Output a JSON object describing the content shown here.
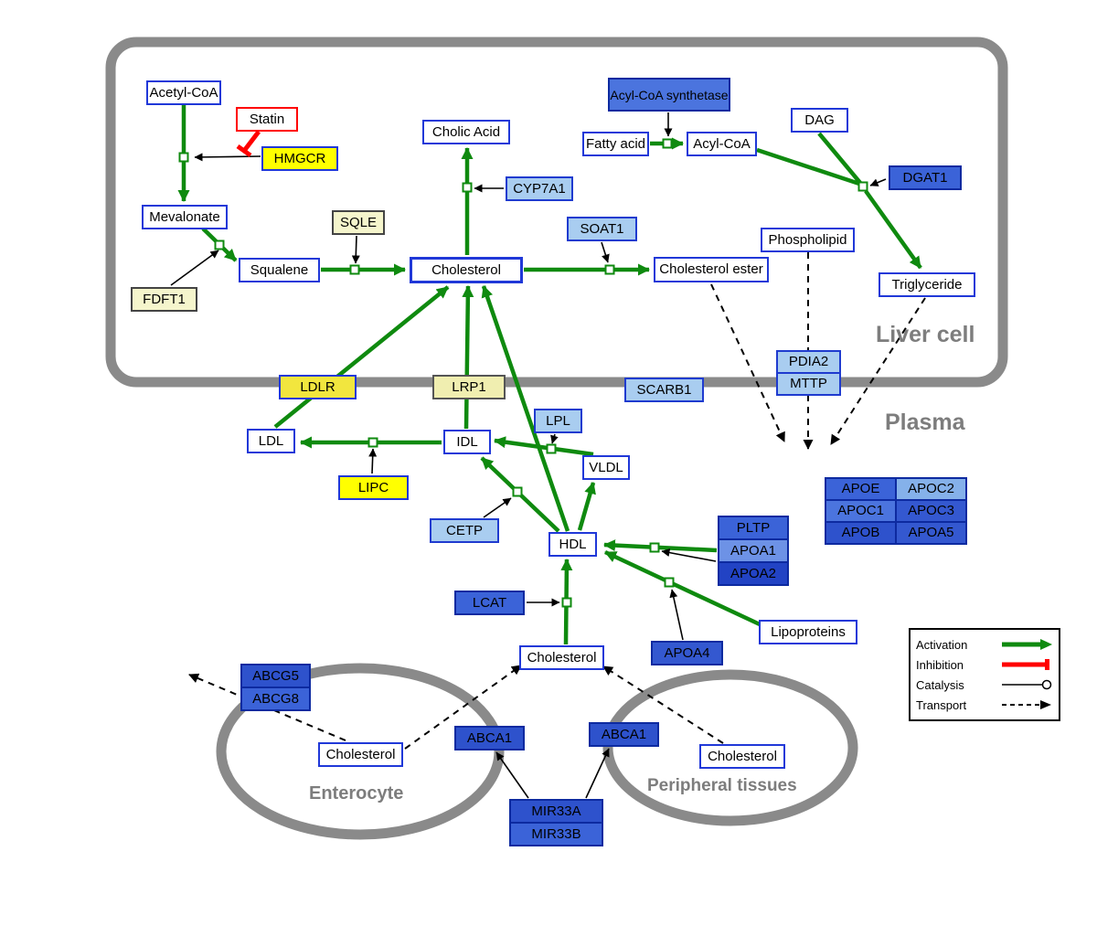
{
  "compartments": {
    "liver": "Liver cell",
    "plasma": "Plasma",
    "enterocyte": "Enterocyte",
    "peripheral": "Peripheral tissues"
  },
  "legend": {
    "activation": "Activation",
    "inhibition": "Inhibition",
    "catalysis": "Catalysis",
    "transport": "Transport"
  },
  "colors": {
    "activation": "#0f8a0f",
    "inhibition": "#ff0000",
    "membrane": "#8a8a8a",
    "metabolite_border": "#2038d8",
    "gene_blue": "#3b63d8",
    "gene_yellow": "#ffff00",
    "gene_lightblue": "#a9cdf0"
  },
  "nodes": {
    "acetyl_coa": "Acetyl-CoA",
    "statin": "Statin",
    "hmgcr": "HMGCR",
    "mevalonate": "Mevalonate",
    "fdft1": "FDFT1",
    "squalene": "Squalene",
    "sqle": "SQLE",
    "cholesterol_liver": "Cholesterol",
    "cholic_acid": "Cholic Acid",
    "cyp7a1": "CYP7A1",
    "soat1": "SOAT1",
    "cholesterol_ester": "Cholesterol ester",
    "acyl_coa_synthetase": "Acyl-CoA synthetase",
    "fatty_acid": "Fatty acid",
    "acyl_coa": "Acyl-CoA",
    "dag": "DAG",
    "dgat1": "DGAT1",
    "phospholipid": "Phospholipid",
    "triglyceride": "Triglyceride",
    "pdia2": "PDIA2",
    "mttp": "MTTP",
    "ldlr": "LDLR",
    "lrp1": "LRP1",
    "scarb1": "SCARB1",
    "ldl": "LDL",
    "idl": "IDL",
    "lpl": "LPL",
    "vldl": "VLDL",
    "lipc": "LIPC",
    "cetp": "CETP",
    "hdl": "HDL",
    "lcat": "LCAT",
    "pltp": "PLTP",
    "apoa1": "APOA1",
    "apoa2": "APOA2",
    "apoa4": "APOA4",
    "lipoproteins": "Lipoproteins",
    "apoe": "APOE",
    "apoc2": "APOC2",
    "apoc1": "APOC1",
    "apoc3": "APOC3",
    "apob": "APOB",
    "apoa5": "APOA5",
    "cholesterol_plasma": "Cholesterol",
    "abcg5": "ABCG5",
    "abcg8": "ABCG8",
    "cholesterol_enterocyte": "Cholesterol",
    "abca1_enterocyte": "ABCA1",
    "abca1_peripheral": "ABCA1",
    "cholesterol_peripheral": "Cholesterol",
    "mir33a": "MIR33A",
    "mir33b": "MIR33B"
  }
}
